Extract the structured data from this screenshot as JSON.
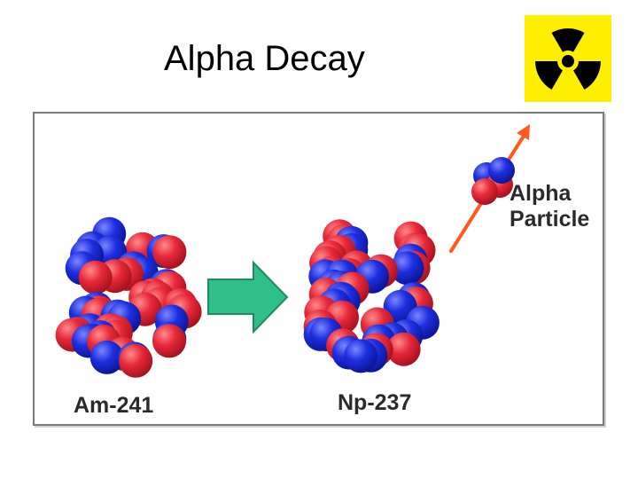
{
  "title": "Alpha Decay",
  "labels": {
    "parent": "Am-241",
    "daughter": "Np-237",
    "alpha_line1": "Alpha",
    "alpha_line2": "Particle"
  },
  "icons": {
    "warning": "radiation-trefoil-icon",
    "transition": "right-arrow-icon",
    "emission": "diagonal-arrow-icon"
  },
  "colors": {
    "proton": "#e8293a",
    "neutron": "#1d2ee0",
    "arrow": "#2fc08a",
    "emission_arrow": "#ff5a1a",
    "sign_background": "#ffee00"
  }
}
